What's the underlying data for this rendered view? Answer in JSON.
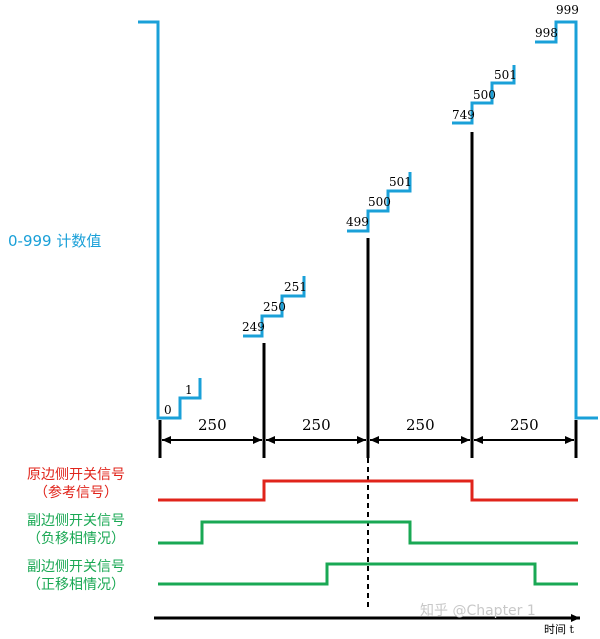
{
  "counter_label": "0-999 计数值",
  "step_labels": [
    {
      "id": "0",
      "text": "0"
    },
    {
      "id": "1",
      "text": "1"
    },
    {
      "id": "249",
      "text": "249"
    },
    {
      "id": "250",
      "text": "250"
    },
    {
      "id": "251",
      "text": "251"
    },
    {
      "id": "499",
      "text": "499"
    },
    {
      "id": "500",
      "text": "500"
    },
    {
      "id": "501",
      "text": "501"
    },
    {
      "id": "749",
      "text": "749"
    },
    {
      "id": "500b",
      "text": "500"
    },
    {
      "id": "501b",
      "text": "501"
    },
    {
      "id": "998",
      "text": "998"
    },
    {
      "id": "999",
      "text": "999"
    }
  ],
  "intervals": [
    "250",
    "250",
    "250",
    "250"
  ],
  "signals": {
    "primary": {
      "line1": "原边侧开关信号",
      "line2": "（参考信号）",
      "color": "#e0241b"
    },
    "secondary_neg": {
      "line1": "副边侧开关信号",
      "line2": "（负移相情况）",
      "color": "#1aa854"
    },
    "secondary_pos": {
      "line1": "副边侧开关信号",
      "line2": "（正移相情况）",
      "color": "#1aa854"
    }
  },
  "time_axis_label": "时间 t",
  "watermark": "知乎 @Chapter 1",
  "colors": {
    "counter": "#1aa0d8",
    "primary": "#e0241b",
    "secondary": "#1aa854",
    "axis": "#000000"
  }
}
